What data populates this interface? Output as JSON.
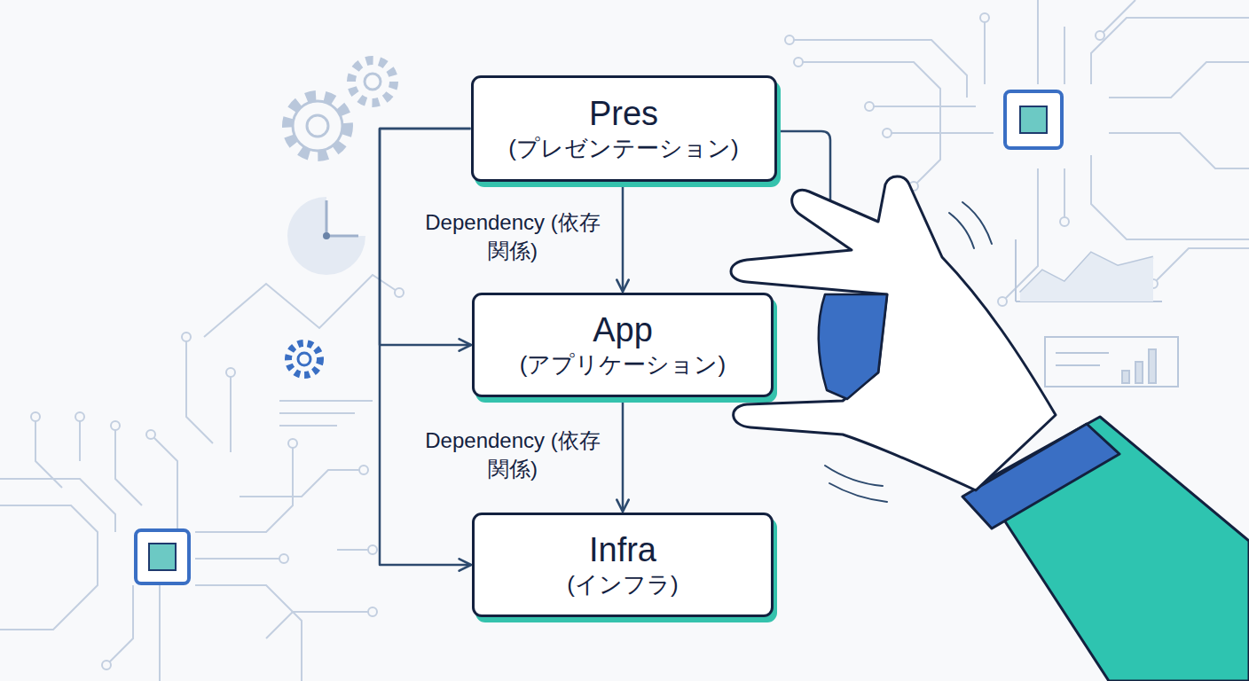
{
  "diagram": {
    "nodes": [
      {
        "text": [
          "Pres",
          "(プレゼンテーション)"
        ]
      },
      {
        "text": [
          "App",
          "(アプリケーション)"
        ]
      },
      {
        "text": [
          "Infra",
          "(インフラ)"
        ]
      }
    ],
    "edges": [
      {
        "from": 0,
        "to": 1,
        "arrow": "to",
        "label": "Dependency (依存関係)"
      },
      {
        "from": 1,
        "to": 2,
        "arrow": "to",
        "label": "Dependency (依存関係)"
      },
      {
        "from": 0,
        "to": 1,
        "arrow": "to"
      },
      {
        "from": 0,
        "to": 2,
        "arrow": "to"
      }
    ]
  }
}
